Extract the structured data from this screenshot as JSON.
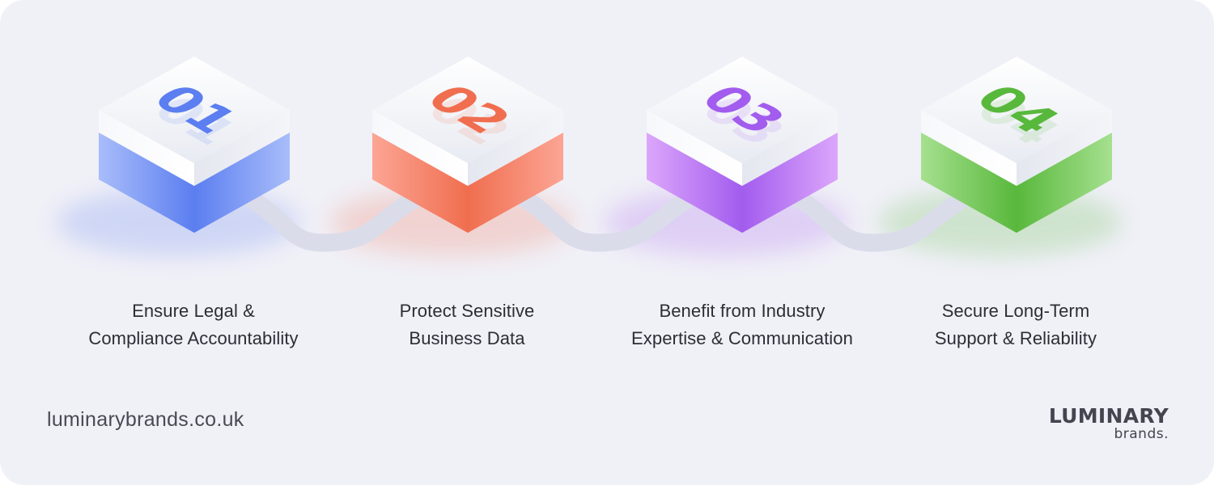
{
  "steps": [
    {
      "number": "01",
      "line1": "Ensure Legal &",
      "line2": "Compliance Accountability",
      "color": "#5b7ef0",
      "color_light": "#a9bdfa"
    },
    {
      "number": "02",
      "line1": "Protect Sensitive",
      "line2": "Business Data",
      "color": "#f06e4f",
      "color_light": "#fca594"
    },
    {
      "number": "03",
      "line1": "Benefit from Industry",
      "line2": "Expertise & Communication",
      "color": "#a25cee",
      "color_light": "#dca6fb"
    },
    {
      "number": "04",
      "line1": "Secure Long-Term",
      "line2": "Support & Reliability",
      "color": "#58b83c",
      "color_light": "#a6e08f"
    }
  ],
  "footer": {
    "website": "luminarybrands.co.uk"
  },
  "logo": {
    "word": "LUMINARY",
    "sub": "brands."
  }
}
